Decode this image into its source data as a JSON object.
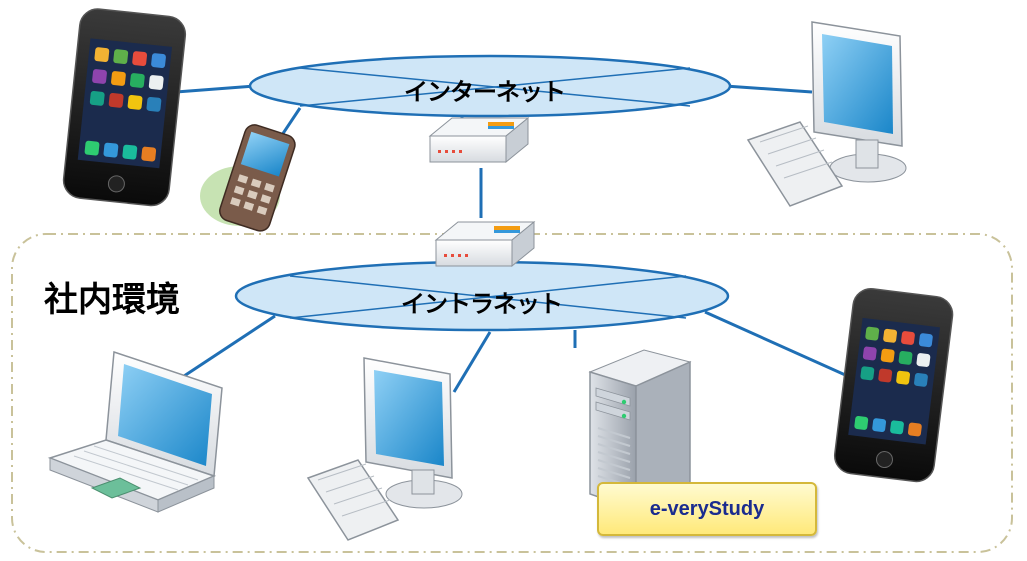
{
  "networks": {
    "internet": {
      "label": "インターネット"
    },
    "intranet": {
      "label": "イントラネット"
    }
  },
  "zones": {
    "internal": {
      "label": "社内環境"
    }
  },
  "app": {
    "label": "e-veryStudy"
  },
  "colors": {
    "network_fill": "#cfe6f7",
    "network_stroke": "#1f6fb5",
    "link": "#1f6fb5",
    "zone_border": "#c9c29a",
    "badge_fill": "#ffee8a",
    "badge_text": "#1a2b8f"
  },
  "icons": [
    "smartphone-icon",
    "feature-phone-icon",
    "router-icon",
    "desktop-pc-icon",
    "laptop-icon",
    "server-tower-icon"
  ]
}
